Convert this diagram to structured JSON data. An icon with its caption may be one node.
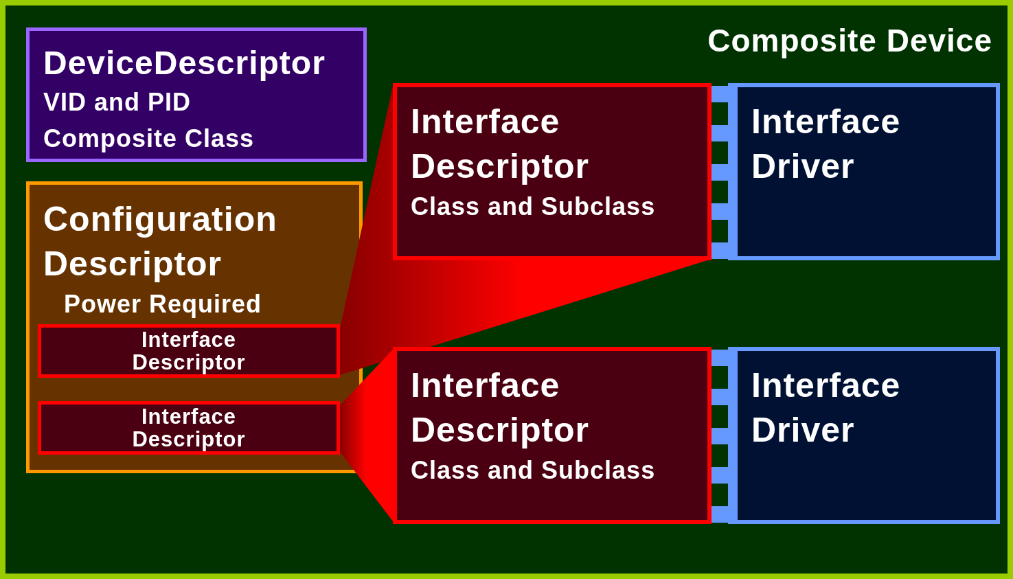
{
  "diagram": {
    "nodes": [
      {
        "text": [
          "Composite Device"
        ]
      },
      {
        "text": [
          "DeviceDescriptor",
          "VID and PID",
          "Composite Class"
        ],
        "in": 0
      },
      {
        "text": [
          "Configuration Descriptor",
          "Power Required"
        ],
        "in": 0
      },
      {
        "text": [
          "Interface Descriptor"
        ],
        "in": 2
      },
      {
        "text": [
          "Interface Descriptor"
        ],
        "in": 2
      },
      {
        "text": [
          "Interface Descriptor",
          "Class and Subclass"
        ],
        "in": 0
      },
      {
        "text": [
          "Interface Driver"
        ],
        "in": 0
      },
      {
        "text": [
          "Interface Descriptor",
          "Class and Subclass"
        ],
        "in": 0
      },
      {
        "text": [
          "Interface Driver"
        ],
        "in": 0
      }
    ],
    "edges": [
      {
        "from": 3,
        "to": 5,
        "arrow": "none"
      },
      {
        "from": 5,
        "to": 6,
        "arrow": "none"
      },
      {
        "from": 4,
        "to": 7,
        "arrow": "none"
      },
      {
        "from": 7,
        "to": 8,
        "arrow": "none"
      }
    ]
  }
}
